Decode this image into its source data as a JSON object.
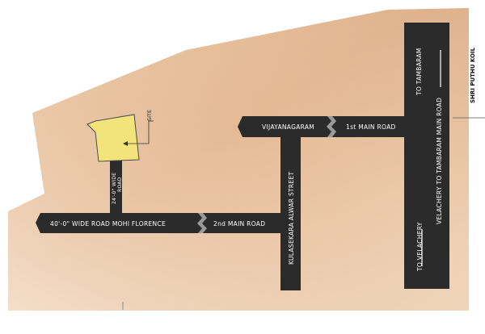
{
  "colors": {
    "land_light": "#f4dcc3",
    "land_mid": "#e8c29f",
    "land_dark": "#d9a985",
    "road": "#2b2b2b",
    "site_fill": "#f2e37a",
    "site_stroke": "#4a4a4a"
  },
  "labels": {
    "site": "SITE",
    "temple": "SHRI PUTHU KOIL"
  },
  "roads": {
    "wide_road_40": "40'-0\" WIDE ROAD  MOHI FLORENCE",
    "second_main": "2nd MAIN ROAD",
    "wide_road_24_line1": "24'-0\" WIDE",
    "wide_road_24_line2": "ROAD",
    "kulasekara": "KULASEKARA  ALWAR  STREET",
    "vijayanagaram": "VIJAYANAGARAM",
    "first_main": "1st MAIN ROAD",
    "to_tambaram": "TO TAMBARAM",
    "velachery_tambaram": "VELACHERY TO TAMBARAM MAIN ROAD",
    "to_velachery": "TO VELACHERY"
  }
}
